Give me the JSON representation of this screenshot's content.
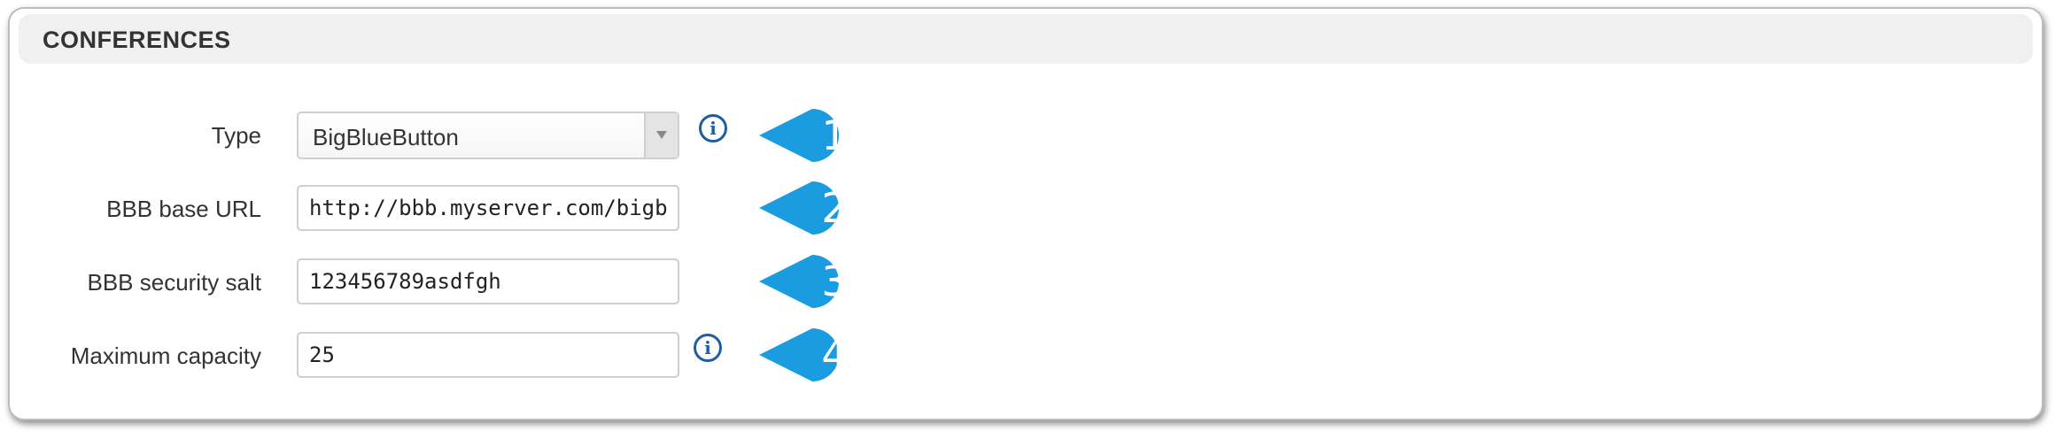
{
  "section": {
    "title": "CONFERENCES"
  },
  "form": {
    "type": {
      "label": "Type",
      "value": "BigBlueButton"
    },
    "bbb_base_url": {
      "label": "BBB base URL",
      "value": "http://bbb.myserver.com/bigblueb"
    },
    "bbb_security_salt": {
      "label": "BBB security salt",
      "value": "123456789asdfgh"
    },
    "maximum_capacity": {
      "label": "Maximum capacity",
      "value": "25"
    }
  },
  "icons": {
    "info": "info-icon",
    "info_glyph": "i"
  },
  "callouts": [
    "1",
    "2",
    "3",
    "4"
  ],
  "colors": {
    "callout": "#1b9be0",
    "info_icon": "#1d5da5",
    "header_bg": "#f0f0f0"
  }
}
